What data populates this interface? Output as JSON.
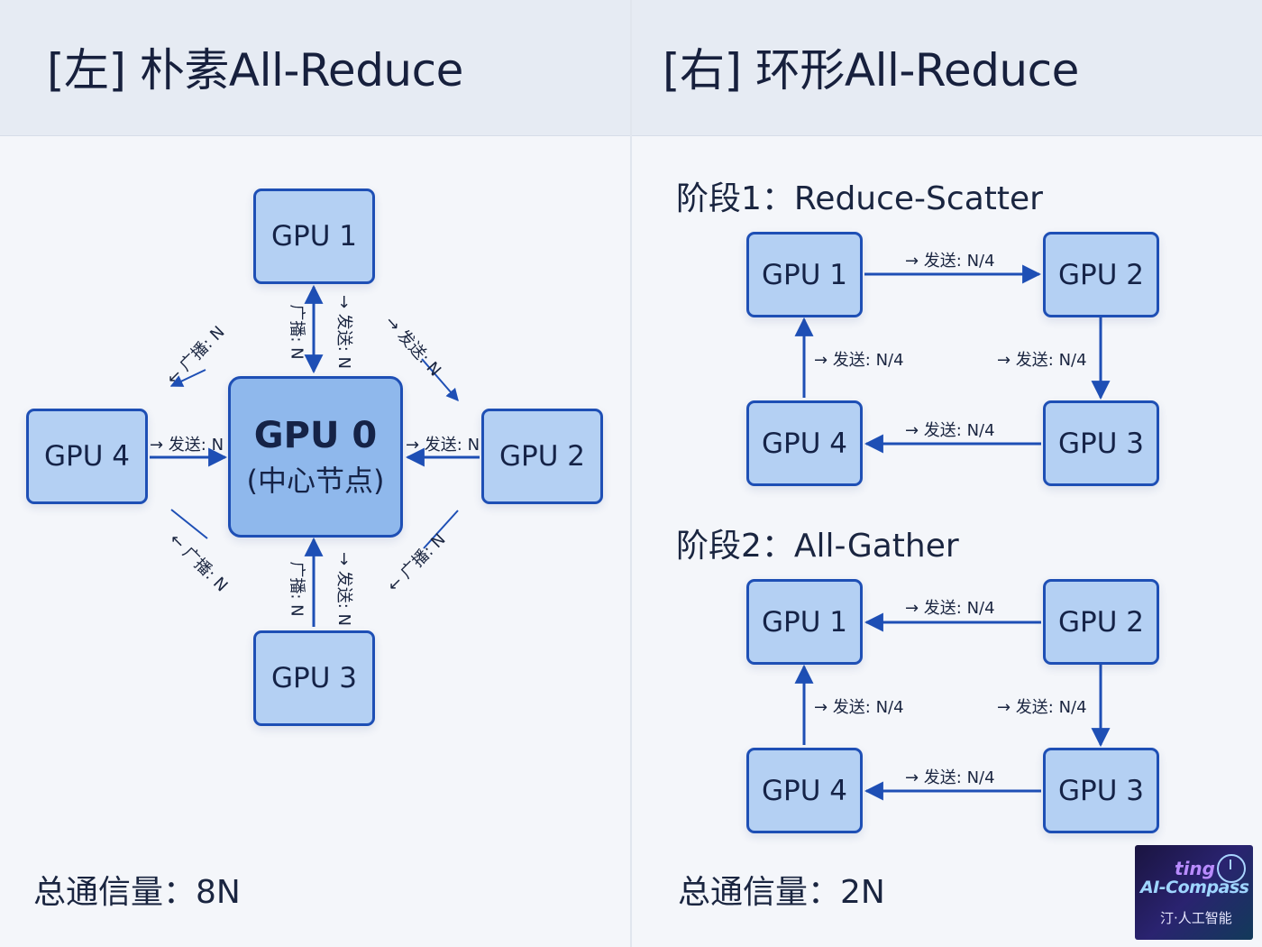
{
  "left": {
    "title": "[左] 朴素All-Reduce",
    "center_node": {
      "main": "GPU 0",
      "sub": "(中心节点)"
    },
    "nodes": [
      "GPU 1",
      "GPU 2",
      "GPU 3",
      "GPU 4"
    ],
    "edge_labels": {
      "send": "→ 发送: N",
      "broadcast": "广播: N",
      "broadcast_arrow": "← 广播: N",
      "send_to_center": "→ 发送: N"
    },
    "total": "总通信量：8N"
  },
  "right": {
    "title": "[右] 环形All-Reduce",
    "phase1": {
      "label": "阶段1：Reduce-Scatter",
      "nodes": [
        "GPU 1",
        "GPU 2",
        "GPU 3",
        "GPU 4"
      ],
      "edge_label": "→ 发送: N/4"
    },
    "phase2": {
      "label": "阶段2：All-Gather",
      "nodes": [
        "GPU 1",
        "GPU 2",
        "GPU 3",
        "GPU 4"
      ],
      "edge_label": "→ 发送: N/4"
    },
    "total": "总通信量：2N"
  },
  "logo": {
    "line1": "ting",
    "line2": "AI-Compass",
    "line3": "汀·人工智能"
  },
  "colors": {
    "node_fill": "#b4d0f3",
    "center_fill": "#8fb8ec",
    "stroke": "#1e4fb5",
    "header": "#e6ebf3"
  }
}
